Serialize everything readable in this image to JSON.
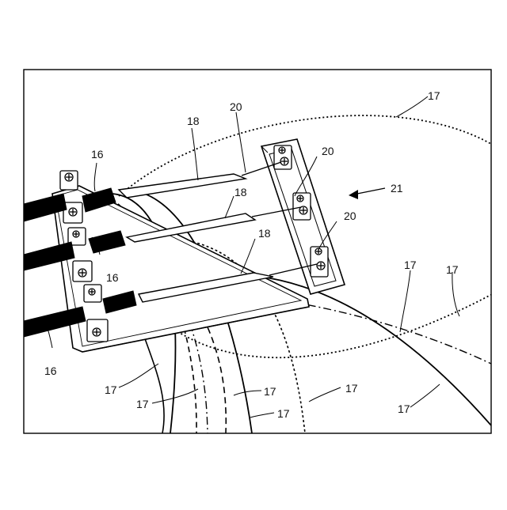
{
  "figure": {
    "labels": {
      "cable": "16",
      "wire": "17",
      "sleeve": "18",
      "lead": "20",
      "fixture": "21"
    }
  }
}
